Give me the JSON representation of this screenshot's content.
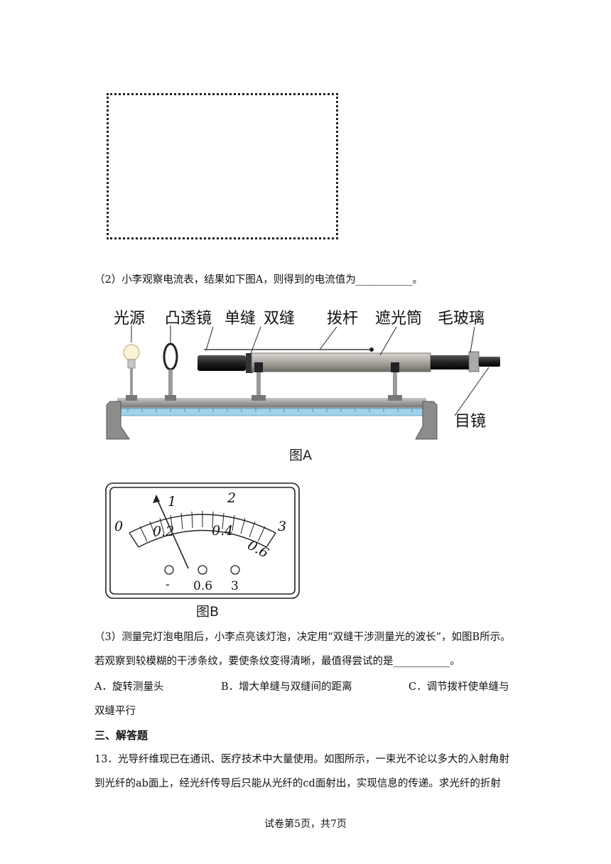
{
  "q2": {
    "text": "（2）小李观察电流表，结果如下图A，则得到的电流值为___________。"
  },
  "figA": {
    "labels": {
      "light_source": "光源",
      "convex_lens": "凸透镜",
      "single_slit": "单缝",
      "double_slit": "双缝",
      "lever": "拨杆",
      "shade_tube": "遮光筒",
      "ground_glass": "毛玻璃",
      "eyepiece": "目镜"
    },
    "caption": "图A"
  },
  "figB": {
    "scale_top": [
      "0",
      "1",
      "2",
      "3"
    ],
    "scale_bottom": [
      "0.2",
      "0.4",
      "0.6"
    ],
    "terminals": [
      "-",
      "0.6",
      "3"
    ],
    "caption": "图B"
  },
  "q3": {
    "line1": "（3）测量完灯泡电阻后，小李点亮该灯泡，决定用“双缝干涉测量光的波长”，如图B所示。",
    "line2": "若观察到较模糊的干涉条纹，要使条纹变得清晰，最值得尝试的是___________。",
    "optA": "A．旋转测量头",
    "optB": "B．增大单缝与双缝间的距离",
    "optC": "C．调节拨杆使单缝与",
    "optC_cont": "双缝平行"
  },
  "section3": {
    "title": "三、解答题"
  },
  "q13": {
    "line1": "13．光导纤维现已在通讯、医疗技术中大量使用。如图所示，一束光不论以多大的入射角射",
    "line2": "到光纤的ab面上，经光纤传导后只能从光纤的cd面射出，实现信息的传递。求光纤的折射"
  },
  "footer": {
    "text": "试卷第5页，共7页"
  }
}
